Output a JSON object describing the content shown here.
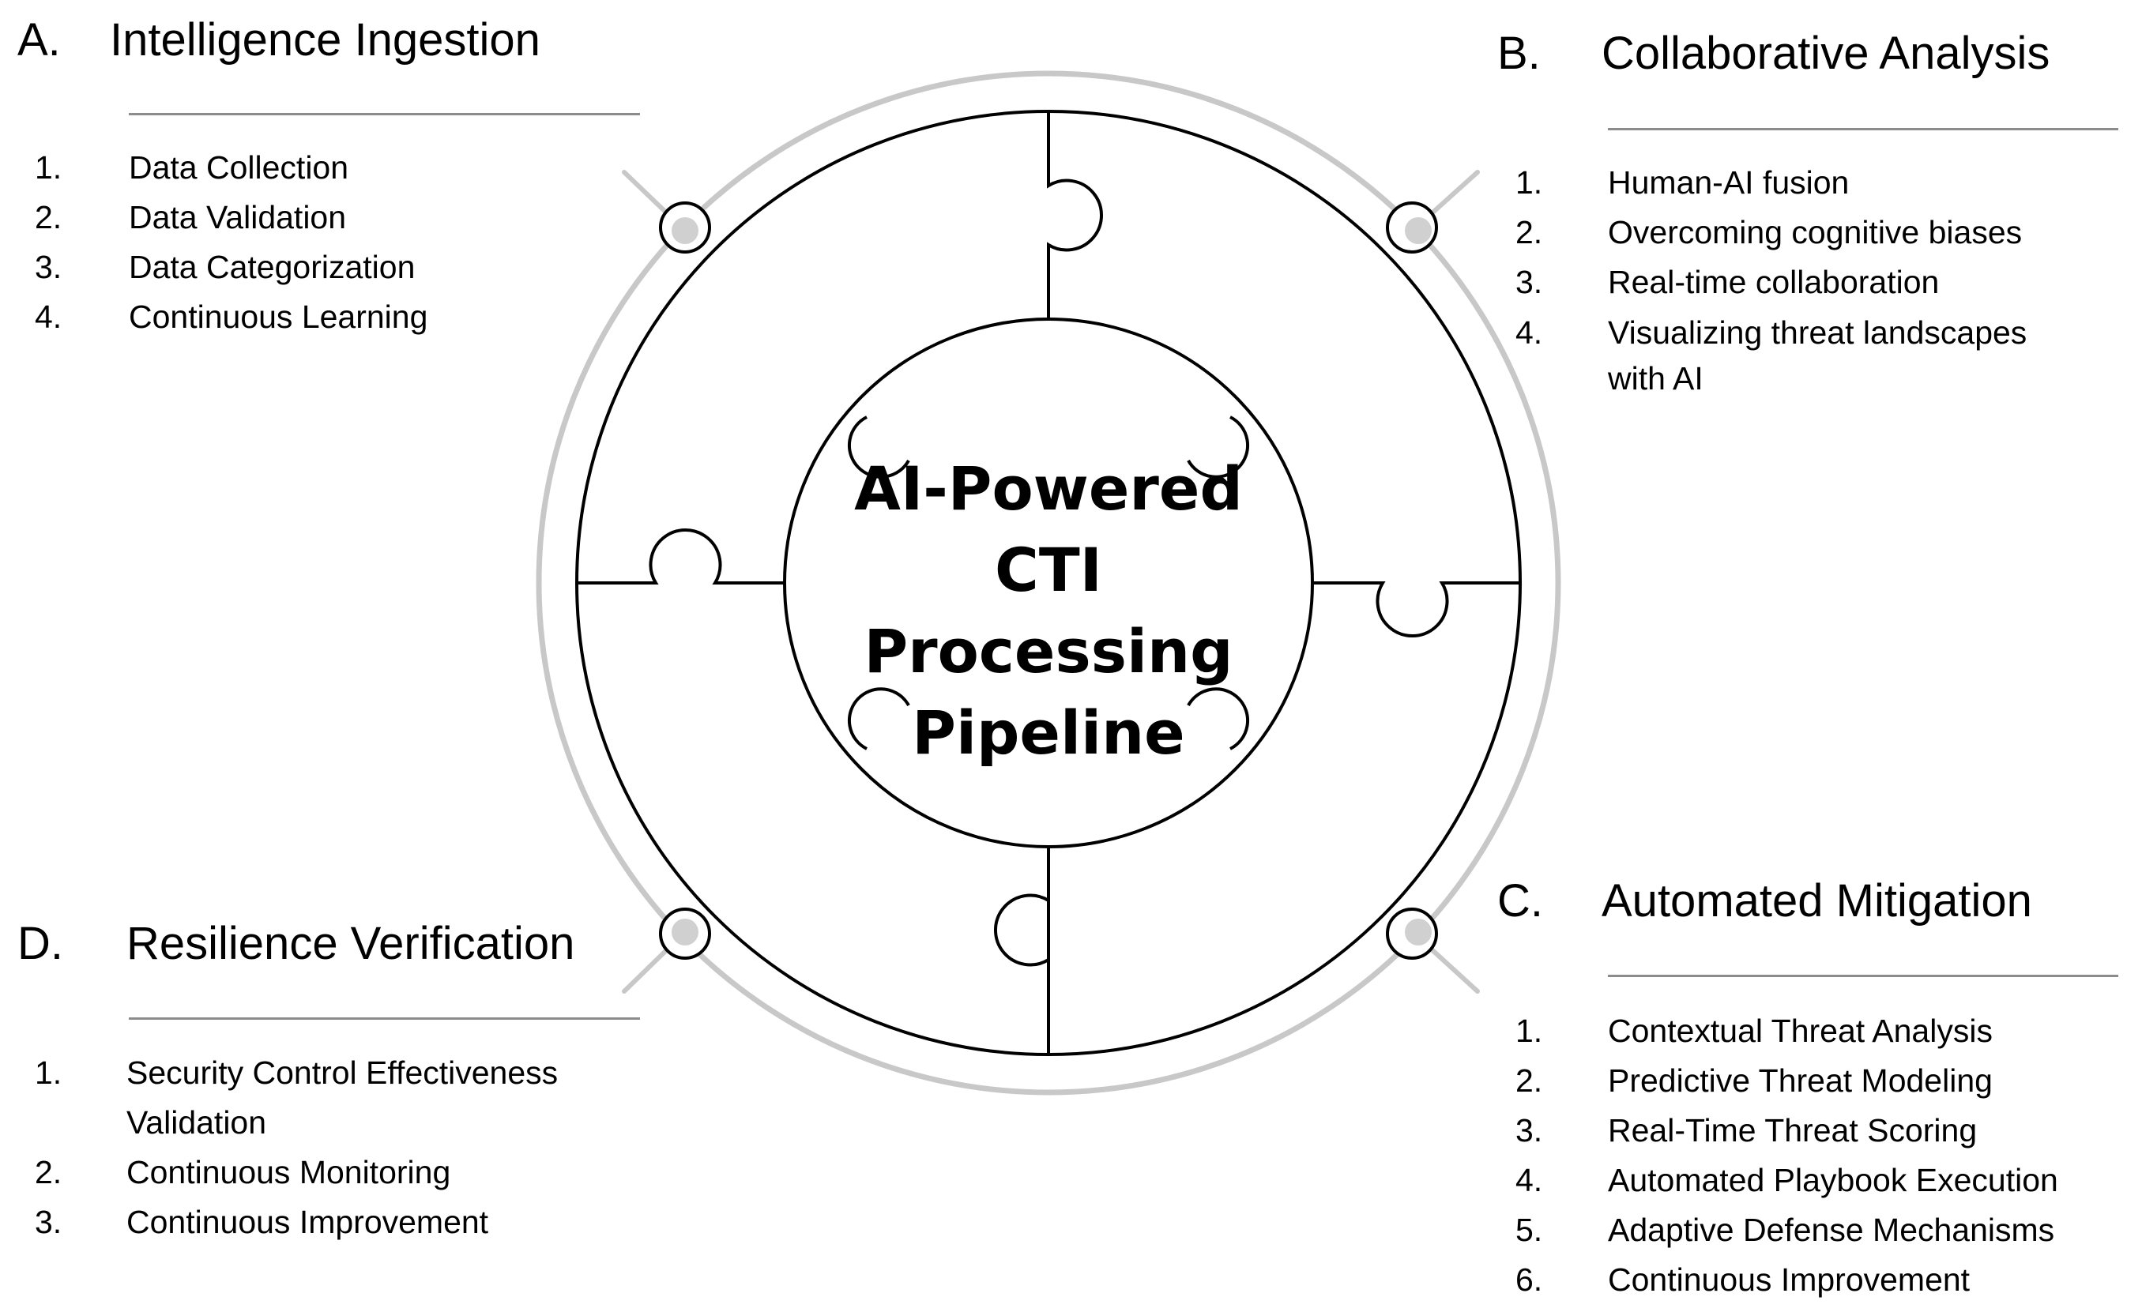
{
  "center": {
    "title_lines": [
      "AI-Powered",
      "CTI",
      "Processing",
      "Pipeline"
    ]
  },
  "sections": {
    "a": {
      "letter": "A.",
      "title": "Intelligence Ingestion",
      "items": [
        {
          "num": "1.",
          "text": "Data Collection"
        },
        {
          "num": "2.",
          "text": "Data Validation"
        },
        {
          "num": "3.",
          "text": "Data Categorization"
        },
        {
          "num": "4.",
          "text": "Continuous Learning"
        }
      ]
    },
    "b": {
      "letter": "B.",
      "title": "Collaborative Analysis",
      "items": [
        {
          "num": "1.",
          "text": "Human-AI fusion"
        },
        {
          "num": "2.",
          "text": "Overcoming cognitive biases"
        },
        {
          "num": "3.",
          "text": "Real-time collaboration"
        },
        {
          "num": "4.",
          "text": "Visualizing threat landscapes with AI"
        }
      ]
    },
    "c": {
      "letter": "C.",
      "title": "Automated Mitigation",
      "items": [
        {
          "num": "1.",
          "text": "Contextual Threat Analysis"
        },
        {
          "num": "2.",
          "text": "Predictive Threat Modeling"
        },
        {
          "num": "3.",
          "text": "Real-Time Threat Scoring"
        },
        {
          "num": "4.",
          "text": "Automated Playbook Execution"
        },
        {
          "num": "5.",
          "text": "Adaptive Defense Mechanisms"
        },
        {
          "num": "6.",
          "text": "Continuous Improvement"
        }
      ]
    },
    "d": {
      "letter": "D.",
      "title": "Resilience Verification",
      "items": [
        {
          "num": "1.",
          "text": "Security Control Effectiveness Validation"
        },
        {
          "num": "2.",
          "text": "Continuous Monitoring"
        },
        {
          "num": "3.",
          "text": "Continuous Improvement"
        }
      ]
    }
  },
  "colors": {
    "outline": "#000000",
    "outer_ring": "#c8c8c8",
    "connector_dot": "#d0d0d0",
    "rule": "#8c8c8c"
  }
}
